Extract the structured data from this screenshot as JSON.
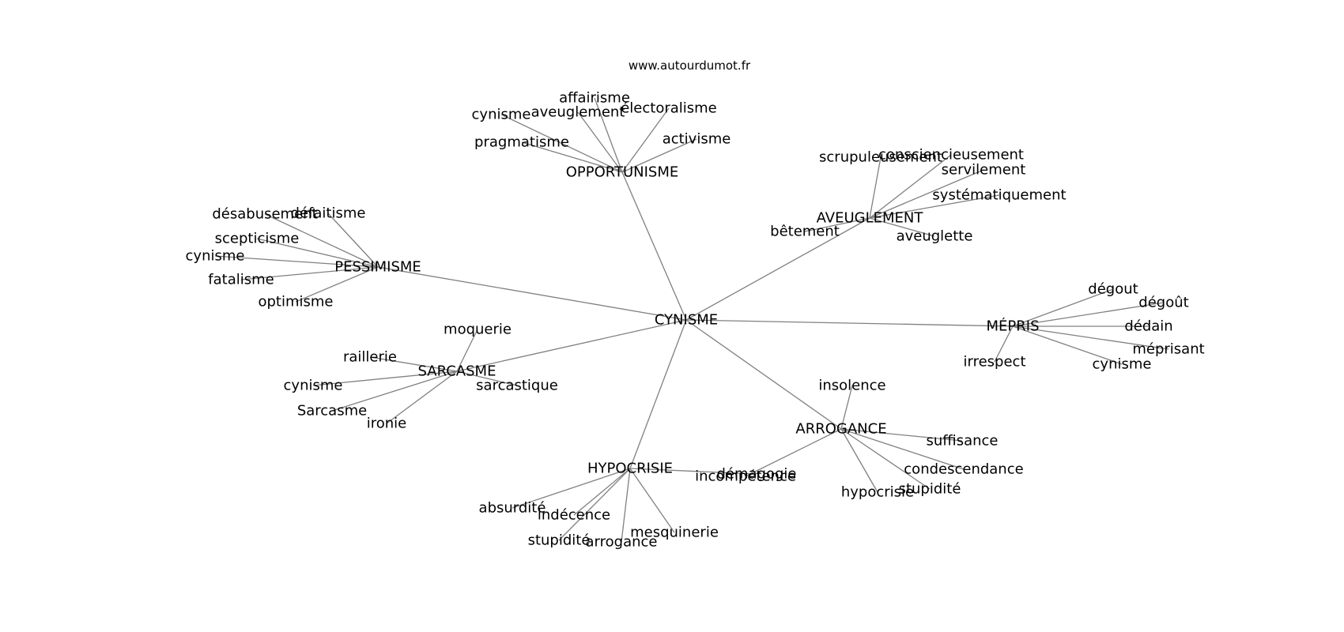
{
  "source": "www.autourdumot.fr",
  "colors": {
    "edge": "#808080",
    "text": "#000000",
    "background": "#ffffff"
  },
  "center": "CYNISME",
  "hubs": [
    {
      "id": "opportunisme",
      "label": "OPPORTUNISME",
      "leaves": [
        "affairisme",
        "cynisme",
        "aveuglement",
        "électoralisme",
        "activisme",
        "pragmatisme"
      ]
    },
    {
      "id": "aveuglement",
      "label": "AVEUGLEMENT",
      "leaves": [
        "scrupuleusement",
        "consciencieusement",
        "servilement",
        "systématiquement",
        "bêtement",
        "aveuglette"
      ]
    },
    {
      "id": "pessimisme",
      "label": "PESSIMISME",
      "leaves": [
        "désabusement",
        "défaitisme",
        "scepticisme",
        "cynisme",
        "fatalisme",
        "optimisme"
      ]
    },
    {
      "id": "mepris",
      "label": "MÉPRIS",
      "leaves": [
        "dégout",
        "dégoût",
        "dédain",
        "méprisant",
        "irrespect",
        "cynisme"
      ]
    },
    {
      "id": "sarcasme",
      "label": "SARCASME",
      "leaves": [
        "moquerie",
        "raillerie",
        "cynisme",
        "sarcastique",
        "Sarcasme",
        "ironie"
      ]
    },
    {
      "id": "arrogance",
      "label": "ARROGANCE",
      "leaves": [
        "insolence",
        "suffisance",
        "condescendance",
        "stupidité",
        "hypocrisie",
        "incompétence"
      ]
    },
    {
      "id": "hypocrisie",
      "label": "HYPOCRISIE",
      "leaves": [
        "démagogie",
        "absurdité",
        "indécence",
        "stupidité",
        "arrogance",
        "mesquinerie"
      ]
    }
  ]
}
